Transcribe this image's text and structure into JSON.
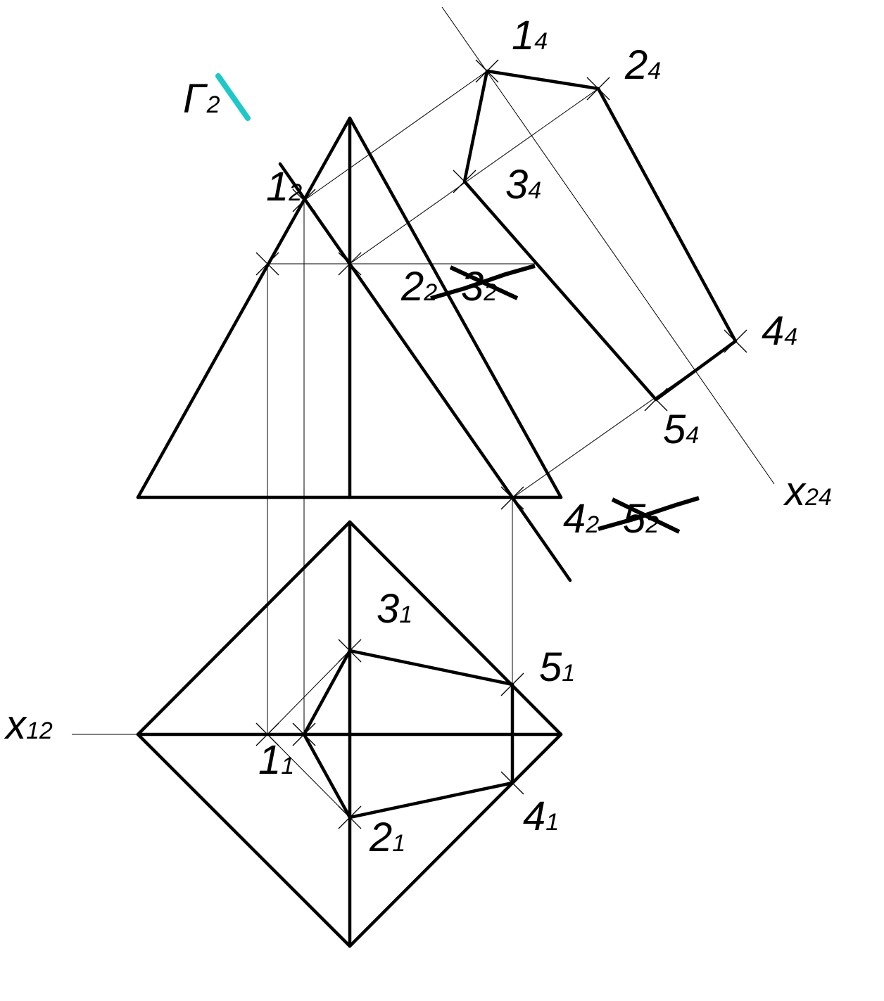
{
  "colors": {
    "line": "#000000",
    "plane_trace": "#1fc8c8",
    "background": "#ffffff"
  },
  "plane": {
    "label": "Г",
    "sub": "2"
  },
  "axes": {
    "x12": {
      "label": "x",
      "sub": "12"
    },
    "x24": {
      "label": "x",
      "sub": "24"
    }
  },
  "points": {
    "p1_4": {
      "label": "1",
      "sub": "4"
    },
    "p2_4": {
      "label": "2",
      "sub": "4"
    },
    "p3_4": {
      "label": "3",
      "sub": "4"
    },
    "p4_4": {
      "label": "4",
      "sub": "4"
    },
    "p5_4": {
      "label": "5",
      "sub": "4"
    },
    "p1_2": {
      "label": "1",
      "sub": "2"
    },
    "p2_2": {
      "label": "2",
      "sub": "2"
    },
    "p3_2": {
      "label": "3",
      "sub": "2"
    },
    "p4_2": {
      "label": "4",
      "sub": "2"
    },
    "p5_2": {
      "label": "5",
      "sub": "2"
    },
    "p1_1": {
      "label": "1",
      "sub": "1"
    },
    "p2_1": {
      "label": "2",
      "sub": "1"
    },
    "p3_1": {
      "label": "3",
      "sub": "1"
    },
    "p4_1": {
      "label": "4",
      "sub": "1"
    },
    "p5_1": {
      "label": "5",
      "sub": "1"
    }
  }
}
